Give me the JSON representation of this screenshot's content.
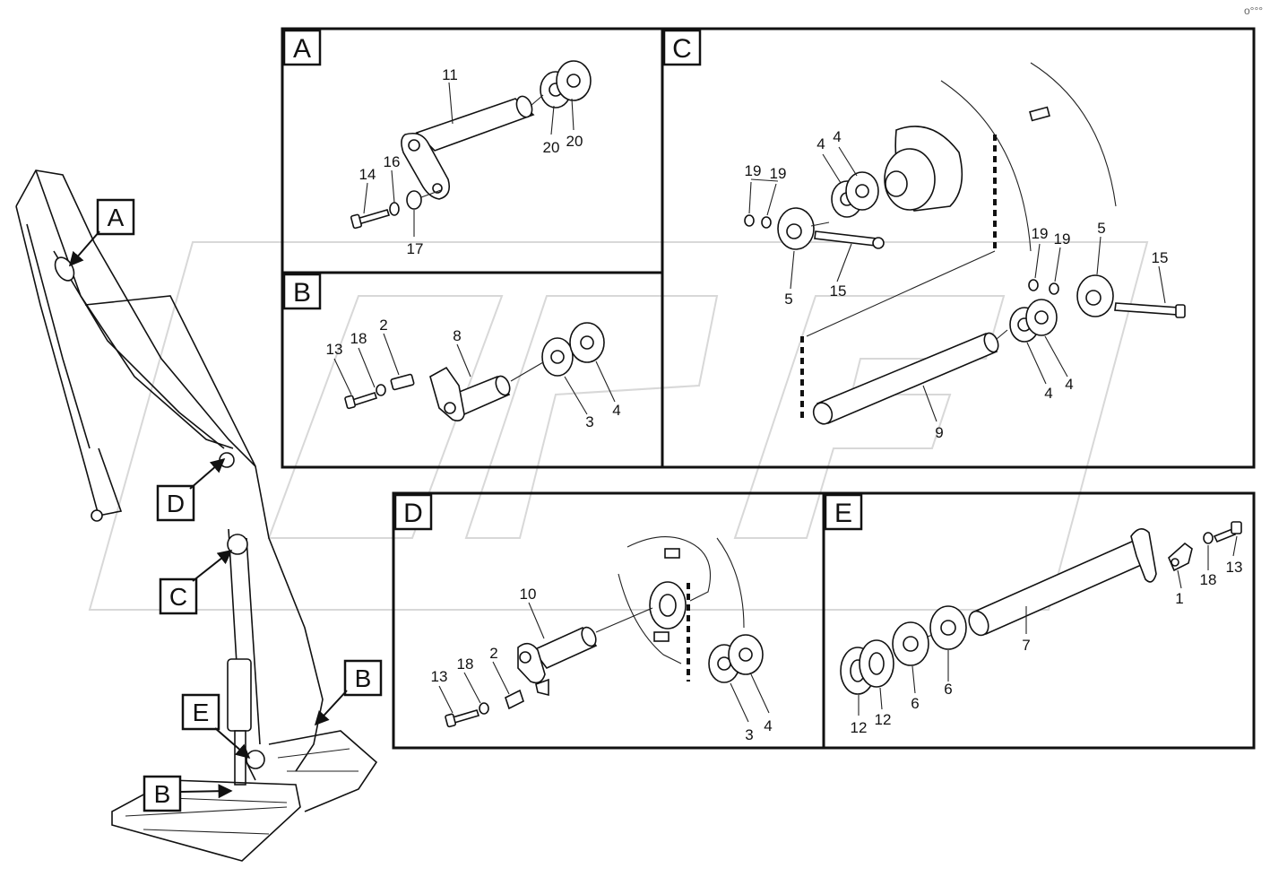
{
  "corner_mark": "o°°°",
  "overview_callouts": [
    "A",
    "D",
    "C",
    "B",
    "E",
    "B"
  ],
  "panels": [
    {
      "letter": "A",
      "labels": [
        "11",
        "20",
        "20",
        "14",
        "16",
        "17"
      ]
    },
    {
      "letter": "B",
      "labels": [
        "13",
        "18",
        "2",
        "8",
        "3",
        "4"
      ]
    },
    {
      "letter": "C",
      "labels": [
        "19",
        "19",
        "4",
        "4",
        "5",
        "15",
        "19",
        "19",
        "5",
        "15",
        "4",
        "4",
        "9"
      ]
    },
    {
      "letter": "D",
      "labels": [
        "13",
        "18",
        "2",
        "10",
        "3",
        "4"
      ]
    },
    {
      "letter": "E",
      "labels": [
        "1",
        "18",
        "13",
        "7",
        "12",
        "12",
        "6",
        "6"
      ]
    }
  ]
}
